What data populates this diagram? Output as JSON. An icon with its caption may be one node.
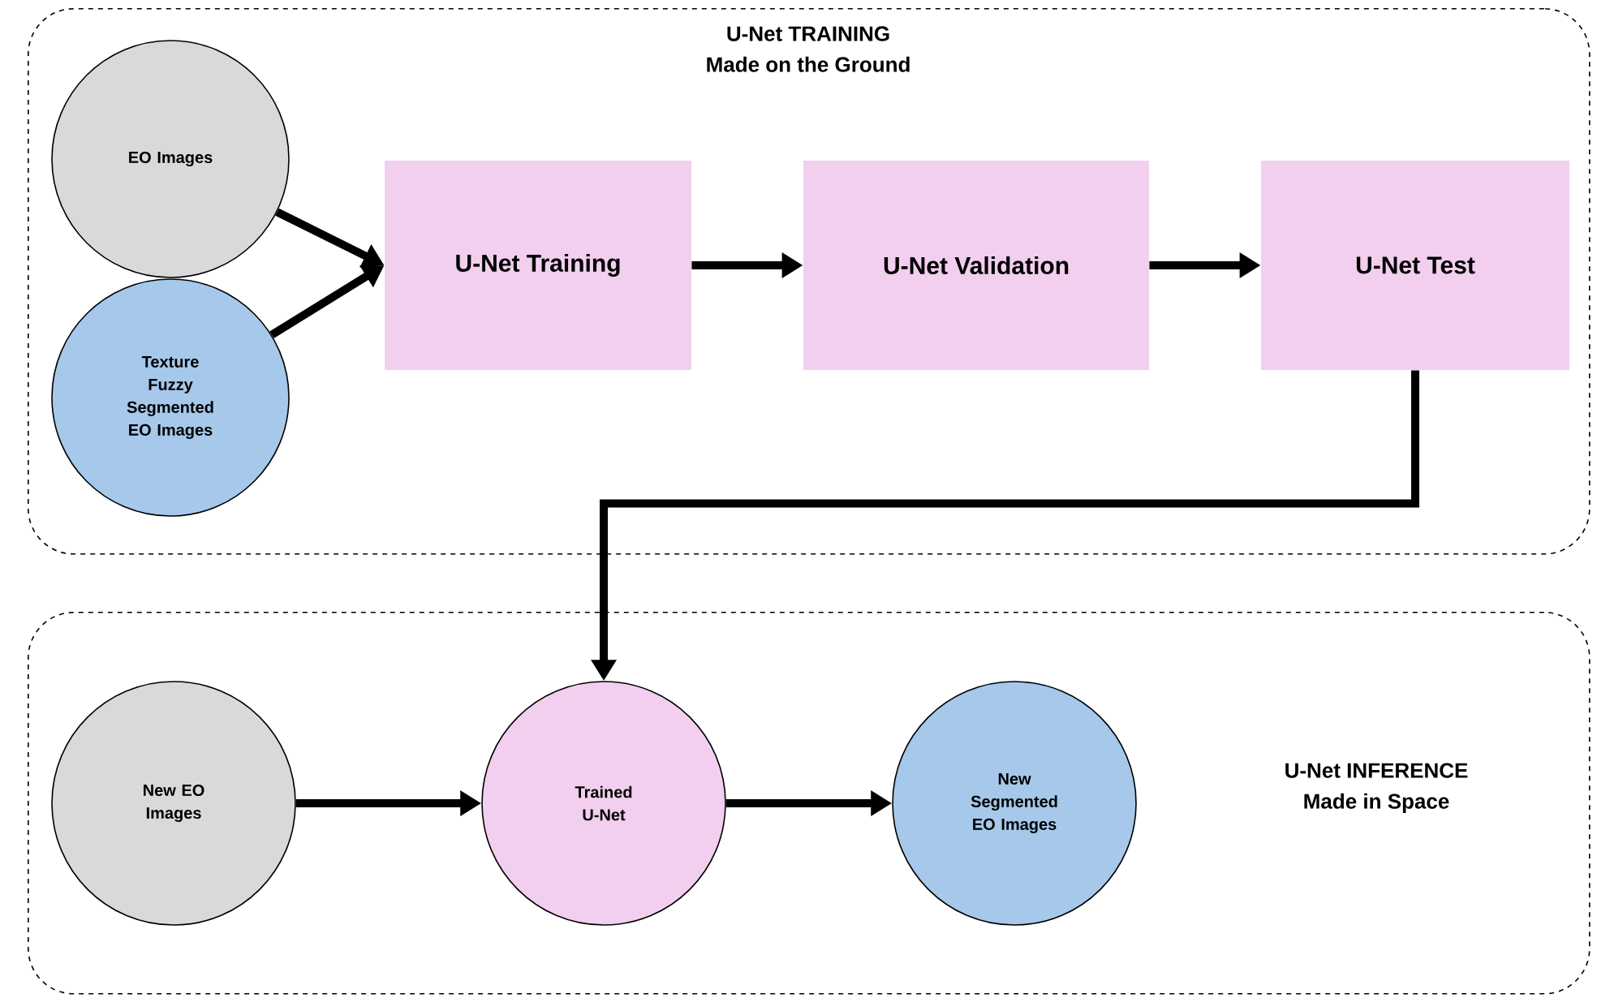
{
  "diagram": {
    "nodes": [
      {
        "text": [
          "U-Net TRAINING",
          "Made on the Ground"
        ]
      },
      {
        "text": [
          "EO Images"
        ],
        "in": 0
      },
      {
        "text": [
          "Texture Fuzzy Segmented EO Images"
        ],
        "in": 0
      },
      {
        "text": [
          "U-Net Training"
        ],
        "in": 0
      },
      {
        "text": [
          "U-Net Validation"
        ],
        "in": 0
      },
      {
        "text": [
          "U-Net Test"
        ],
        "in": 0
      },
      {
        "text": [
          "U-Net INFERENCE",
          "Made in Space"
        ]
      },
      {
        "text": [
          "New EO Images"
        ],
        "in": 6
      },
      {
        "text": [
          "Trained U-Net"
        ],
        "in": 6
      },
      {
        "text": [
          "New Segmented EO Images"
        ],
        "in": 6
      }
    ],
    "edges": [
      {
        "from": 1,
        "to": 3,
        "arrow": "to"
      },
      {
        "from": 2,
        "to": 3,
        "arrow": "to"
      },
      {
        "from": 3,
        "to": 4,
        "arrow": "to"
      },
      {
        "from": 4,
        "to": 5,
        "arrow": "to"
      },
      {
        "from": 5,
        "to": 8,
        "arrow": "to"
      },
      {
        "from": 7,
        "to": 8,
        "arrow": "to"
      },
      {
        "from": 8,
        "to": 9,
        "arrow": "to"
      }
    ]
  }
}
